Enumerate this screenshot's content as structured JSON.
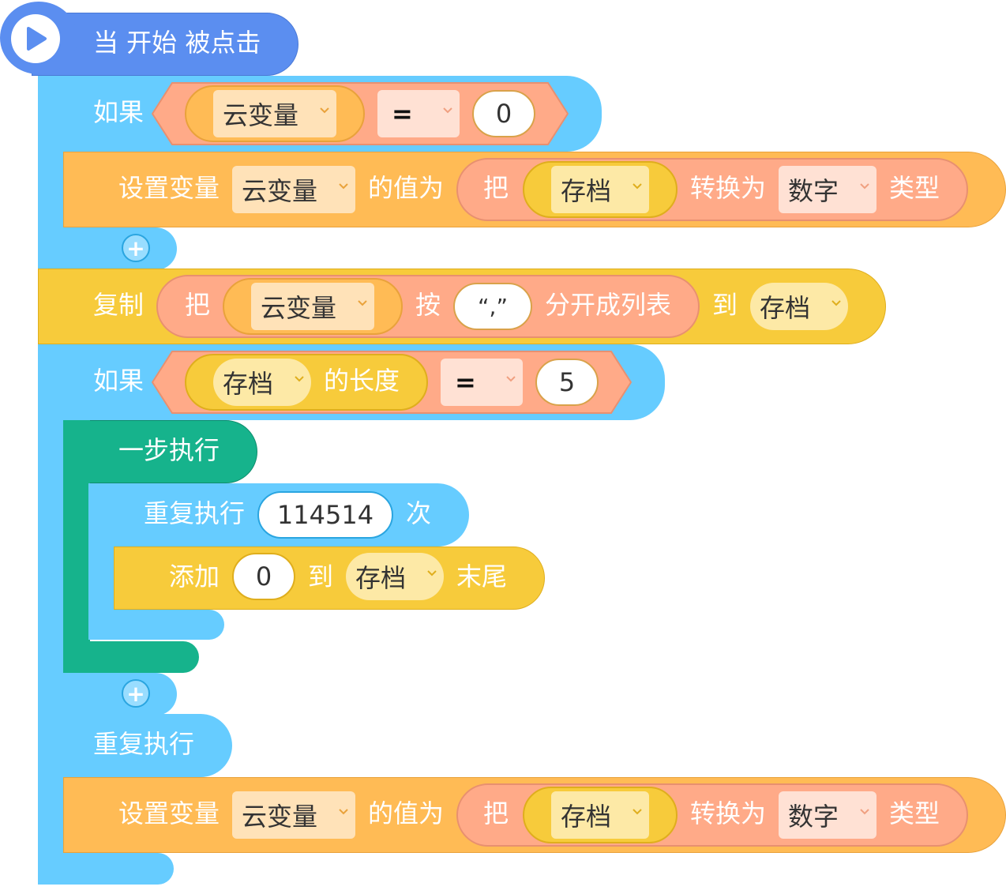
{
  "hat": {
    "label": "当 开始 被点击",
    "icon": "play-icon"
  },
  "if1": {
    "label": "如果",
    "var_dropdown": "云变量",
    "operator": "=",
    "value": "0",
    "plus": "+"
  },
  "set1": {
    "label": "设置变量",
    "var_dropdown": "云变量",
    "value_label": "的值为",
    "convert_prefix": "把",
    "source_dropdown": "存档",
    "convert_label": "转换为",
    "type_dropdown": "数字",
    "type_suffix": "类型"
  },
  "copy": {
    "label": "复制",
    "prefix": "把",
    "var_dropdown": "云变量",
    "split_label": "按",
    "separator": "“,”",
    "split_suffix": "分开成列表",
    "to_label": "到",
    "target_dropdown": "存档"
  },
  "if2": {
    "label": "如果",
    "list_dropdown": "存档",
    "length_label": "的长度",
    "operator": "=",
    "value": "5",
    "plus": "+"
  },
  "step": {
    "label": "一步执行"
  },
  "repeat1": {
    "label": "重复执行",
    "count": "114514",
    "suffix": "次"
  },
  "add": {
    "label": "添加",
    "value": "0",
    "to_label": "到",
    "list_dropdown": "存档",
    "suffix": "末尾"
  },
  "forever": {
    "label": "重复执行"
  },
  "set2": {
    "label": "设置变量",
    "var_dropdown": "云变量",
    "value_label": "的值为",
    "convert_prefix": "把",
    "source_dropdown": "存档",
    "convert_label": "转换为",
    "type_dropdown": "数字",
    "type_suffix": "类型"
  },
  "colors": {
    "hat_blue": "#5b8ef0",
    "control_blue": "#66ccff",
    "variable_orange": "#ffbb55",
    "operator_salmon": "#ffaa88",
    "list_yellow": "#f7cb3b",
    "step_green": "#16b38c"
  }
}
